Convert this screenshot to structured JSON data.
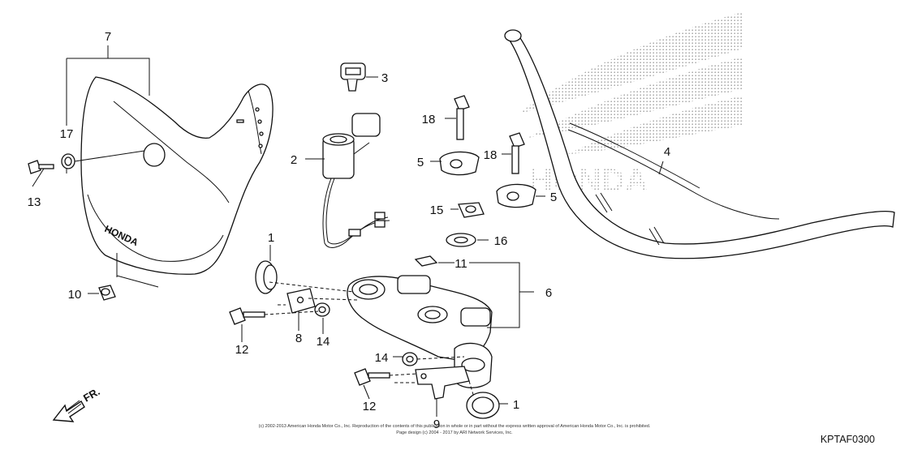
{
  "diagram": {
    "callouts": [
      {
        "id": "c1a",
        "label": "1"
      },
      {
        "id": "c1b",
        "label": "1"
      },
      {
        "id": "c2",
        "label": "2"
      },
      {
        "id": "c3",
        "label": "3"
      },
      {
        "id": "c4",
        "label": "4"
      },
      {
        "id": "c5a",
        "label": "5"
      },
      {
        "id": "c5b",
        "label": "5"
      },
      {
        "id": "c6",
        "label": "6"
      },
      {
        "id": "c7",
        "label": "7"
      },
      {
        "id": "c8",
        "label": "8"
      },
      {
        "id": "c9",
        "label": "9"
      },
      {
        "id": "c10",
        "label": "10"
      },
      {
        "id": "c11",
        "label": "11"
      },
      {
        "id": "c12a",
        "label": "12"
      },
      {
        "id": "c12b",
        "label": "12"
      },
      {
        "id": "c13",
        "label": "13"
      },
      {
        "id": "c14a",
        "label": "14"
      },
      {
        "id": "c14b",
        "label": "14"
      },
      {
        "id": "c15",
        "label": "15"
      },
      {
        "id": "c16",
        "label": "16"
      },
      {
        "id": "c17",
        "label": "17"
      },
      {
        "id": "c18a",
        "label": "18"
      },
      {
        "id": "c18b",
        "label": "18"
      }
    ],
    "front_arrow_label": "FR.",
    "diagram_code": "KPTAF0300",
    "copyright_line1": "(c) 2002-2013 American Honda Motor Co., Inc. Reproduction of the contents of this publication in whole or in part without the express written approval of American Honda Motor Co., Inc. is prohibited.",
    "copyright_line2": "Page design (c) 2004 - 2017 by ARI Network Services, Inc.",
    "cover_brand_text": "HONDA",
    "watermark_text": "HONDA"
  }
}
